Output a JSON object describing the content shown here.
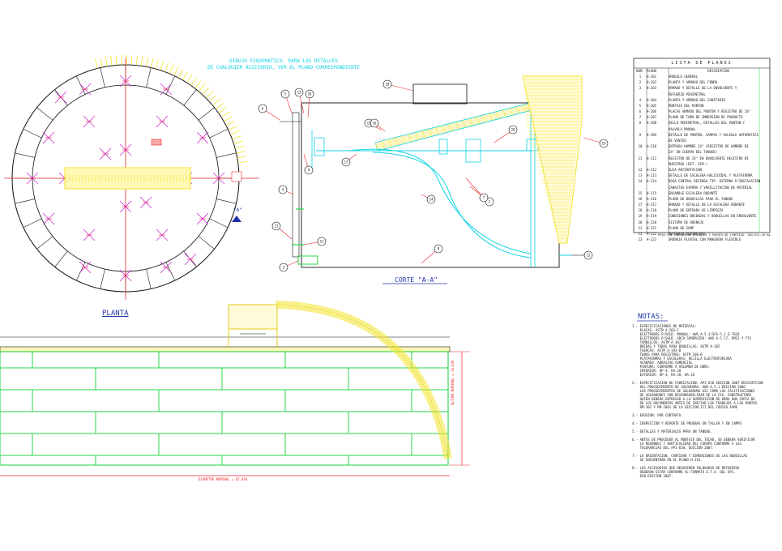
{
  "plan_note": {
    "line1": "DIBUJO ESQUEMATICO, PARA LOS DETALLES",
    "line2": "DE CUALQUIER ACCESORIO, VER EL PLANO CORRESPONDIENTE"
  },
  "titles": {
    "plan": "PLANTA",
    "section": "CORTE \"A-A\"",
    "section_marker": "\"A\"",
    "notes": "NOTAS:"
  },
  "legend": {
    "title": "LISTA DE PLANOS",
    "headers": [
      "NÚM.",
      "PLANO",
      "DESCRIPCION"
    ],
    "rows": [
      [
        "1",
        "H-201",
        "ARREGLO GENERAL"
      ],
      [
        "2",
        "H-202",
        "PLANTA Y ARMADO DEL FONDO"
      ],
      [
        "3",
        "H-203",
        "ARMADO Y DETALLE DE LA ENVOLVENTE Y"
      ],
      [
        "",
        "",
        "REFUERZO PERIMETRAL"
      ],
      [
        "4",
        "H-204",
        "PLANTA Y ARMADO DEL SANITARIO"
      ],
      [
        "5",
        "H-205",
        "MONTAJE DEL PONTON"
      ],
      [
        "6",
        "H-206",
        "PLACAS ARMADO DEL PONTON Y REGISTRO DE 20\""
      ],
      [
        "7",
        "H-207",
        "PLANO DE TUBO DE INMERSION DE PRODUCTO"
      ],
      [
        "8",
        "H-208",
        "SELLO PERIMETRAL, DETALLES DEL PONTON Y"
      ],
      [
        "",
        "",
        "VALVULA MANUAL"
      ],
      [
        "9",
        "H-209",
        "DETALLE DE PONTON, CAMPAS Y VALVULA AUTOMATICA"
      ],
      [
        "",
        "",
        "DE VENTEO"
      ],
      [
        "10",
        "H-210",
        "ENTRADA HOMBRE 24\" (REGISTRO DE HOMBRE DE"
      ],
      [
        "",
        "",
        "24\" EN CUERPO DEL TANQUE)"
      ],
      [
        "11",
        "H-211",
        "REGISTRO DE 24\" EN ENVOLVENTE REGISTRO DE"
      ],
      [
        "",
        "",
        "MUESTREO (DET. SIM.)"
      ],
      [
        "12",
        "H-212",
        "GUIA ANTIROTACION"
      ],
      [
        "13",
        "H-213",
        "DETALLE DE ESCALERA HELICOIDAL Y PLATAFORMA"
      ],
      [
        "14",
        "H-214",
        "ROSA CENTRAL DEFENSA TIP. EXTERNA P/INSTALACION"
      ],
      [
        "",
        "",
        "CANASTAS ESPUMA Y VARILLITACION DE MATERIAL"
      ],
      [
        "15",
        "H-215",
        "ENSAMBLE ESCALERA RODANTE"
      ],
      [
        "16",
        "H-216",
        "PLANO DE BOQUILLAS PARA EL TANQUE"
      ],
      [
        "17",
        "H-217",
        "ARMADO Y DETALLE DE LA ESCALERA RODANTE"
      ],
      [
        "18",
        "H-218",
        "PLANO DE ENTRADA DE LIMPIEZA"
      ],
      [
        "19",
        "H-219",
        "CONEXIONES BRIDADAS Y BOQUILLAS EN ENVOLVENTE"
      ],
      [
        "20",
        "H-220",
        "SISTEMA DE DRENAJE"
      ],
      [
        "21",
        "H-221",
        "PLANO DE SUMP"
      ],
      [
        "22",
        "H-222",
        "REFUERZO PERIMETRAL"
      ],
      [
        "23",
        "H-223",
        "DRENAJE PLUVIAL CON MANGUERA FLEXIBLE"
      ]
    ],
    "footer": "PESO SIN CONSIDERAR DRENAJES Y PUERTA DE LIMPIEZA: 284,911.45 Kg."
  },
  "notes": [
    "1.- ESPECIFICACIONES DE MATERIAL:",
    "    PLACAS: ASTM A-283-C",
    "    ELECTRODOS P/SOLD. MANUAL: AWS A-5.1/SFA-5.1 E-7018",
    "    ELECTRODOS P/SOLD. ARCO SUMERGIDO: AWS A-5.17, EM12 Y F7X",
    "    TORNILLOS: ASTM A-307",
    "    BRIDAS Y TUBOS PARA BOQUILLAS: ASTM A-105",
    "    TUERCAS: ASTM A-193-B",
    "    TUBOS PARA REGISTROS: ASTM 106-B",
    "    PLATAFORMAS Y ESCALERAS: REJILLA ELECTROFORJADA",
    "    ACABADO: ABRASIVO COMERCIAL",
    "    PINTURA: CONFORME A VOLUMEN DE OBRA.",
    "    INTERIOR: RP-4, RA-28",
    "    EXTERIOR: RP-4, RA-28, RA-26",
    "",
    "2.- ESPECIFICACION DE FABRICACION: API-650 EDICION 2007 DESCRIPCION",
    "    DEL PROCEDIMIENTO DE SOLDADURA: AWS-A.5.1 EDICION 2006",
    "    LOS PROCEDIMIENTOS DE SOLDADURA ASI COMO LAS CALIFICACIONES",
    "    DE SOLDADORES SON RESPONSABILIDAD DE LA CIA. CONSTRUCTORA",
    "    QUIEN DEBERA ENTREGAR A LA SUPERVISION DE OBRA UNA COPIA DE",
    "    DE LOS DOCUMENTOS ANTES DE INICIAR LOS TRABAJOS A LOS PUNTOS",
    "    RM-102 Y RM-2001 DE LA SECCION III DEL CODIGO ASME",
    "",
    "3.- EROSION: POR CONTRATO.",
    "",
    "4.- INSPECCION Y REPORTE DE PRUEBAS EN TALLER Y EN CAMPO",
    "",
    "5.- DETALLES Y MATERIALES PARA UN TANQUE.",
    "",
    "6.- ANTES DE PROCEDER AL MONTAJE DEL TECHO, SE DEBERA VERIFICAR",
    "    LA REDONDEZ Y VERTICALIDAD DEL CUERPO CONFORME A LAS",
    "    TOLERANCIAS DEL API-650, EDICION 2007.",
    "",
    "7.- LA ORIENTACION, CANTIDAD Y DIMENSIONES DE LAS BOQUILLAS",
    "    SE ENCUENTRAN EN EL PLANO H-216.",
    "",
    "8.- LOS ACCESORIOS QUE REQUIEREN FOLDVADOS DE REFUERZOS",
    "    DEBERAN ESTAR CONFORME AL FORMATO E.T.A. DEL API.",
    "    650 EDICION 2007."
  ],
  "dims": {
    "diameter": "DIAMETRO NOMINAL = 41.910",
    "height": "ALTURA NOMINAL = 14.630"
  },
  "callouts": [
    "15",
    "16",
    "10",
    "6",
    "5",
    "13",
    "18",
    "9",
    "4",
    "17",
    "20",
    "2",
    "14",
    "8",
    "19",
    "7",
    "21",
    "11",
    "3",
    "12"
  ],
  "colors": {
    "cyan": "#11d3e6",
    "yellow": "#f3e32a",
    "green": "#2ad64a",
    "red": "#e8272b",
    "magenta": "#d22ad4",
    "black": "#111111"
  }
}
